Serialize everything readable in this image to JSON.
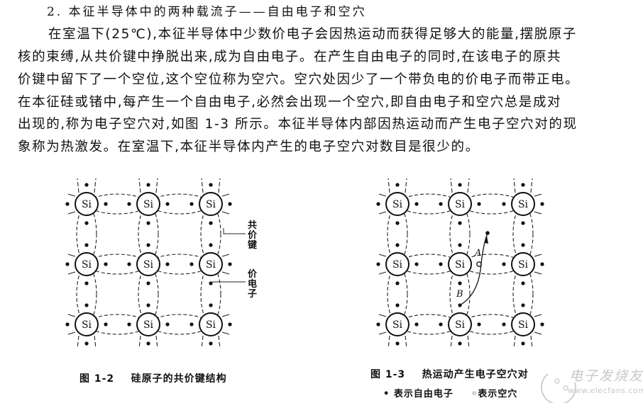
{
  "heading": "2. 本征半导体中的两种载流子——自由电子和空穴",
  "paragraph_lines": [
    "在室温下(25℃),本征半导体中少数价电子会因热运动而获得足够大的能量,摆脱原子",
    "核的束缚,从共价键中挣脱出来,成为自由电子。在产生自由电子的同时,在该电子的原共",
    "价键中留下了一个空位,这个空位称为空穴。空穴处因少了一个带负电的价电子而带正电。",
    "在本征硅或锗中,每产生一个自由电子,必然会出现一个空穴,即自由电子和空穴总是成对",
    "出现的,称为电子空穴对,如图 1-3 所示。本征半导体内部因热运动而产生电子空穴对的现",
    "象称为热激发。在室温下,本征半导体内产生的电子空穴对数目是很少的。"
  ],
  "figure_1_2": {
    "atom_label": "Si",
    "label_bond": [
      "共",
      "价",
      "键"
    ],
    "label_valence_electron": [
      "价",
      "电",
      "子"
    ],
    "caption": "图 1-2    硅原子的共价键结构"
  },
  "figure_1_3": {
    "atom_label": "Si",
    "point_a": "A",
    "point_b": "B",
    "caption": "图 1-3    热运动产生电子空穴对",
    "legend_electron": "• 表示自由电子",
    "legend_hole": "◦表示空穴"
  },
  "watermark": {
    "title": "电子发烧友",
    "url": "www.elecfans.com"
  }
}
